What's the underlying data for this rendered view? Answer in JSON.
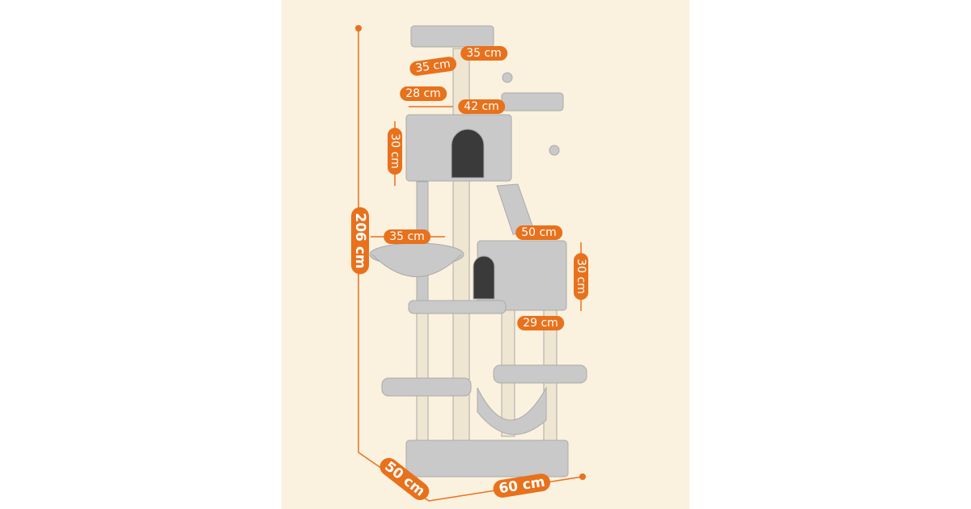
{
  "colors": {
    "background": "#fbf1df",
    "label": "#e8711c",
    "furniture": "#c9c9c9",
    "sisal": "#efe6d2"
  },
  "dimensions": {
    "top_perch_depth": "35 cm",
    "top_perch_width": "35 cm",
    "upper_platform_depth": "28 cm",
    "upper_platform_width": "42 cm",
    "upper_condo_height": "30 cm",
    "total_height": "206 cm",
    "basket_width": "35 cm",
    "lower_condo_width": "50 cm",
    "lower_condo_height": "30 cm",
    "lower_condo_depth": "29 cm",
    "base_depth": "50 cm",
    "base_width": "60 cm"
  }
}
